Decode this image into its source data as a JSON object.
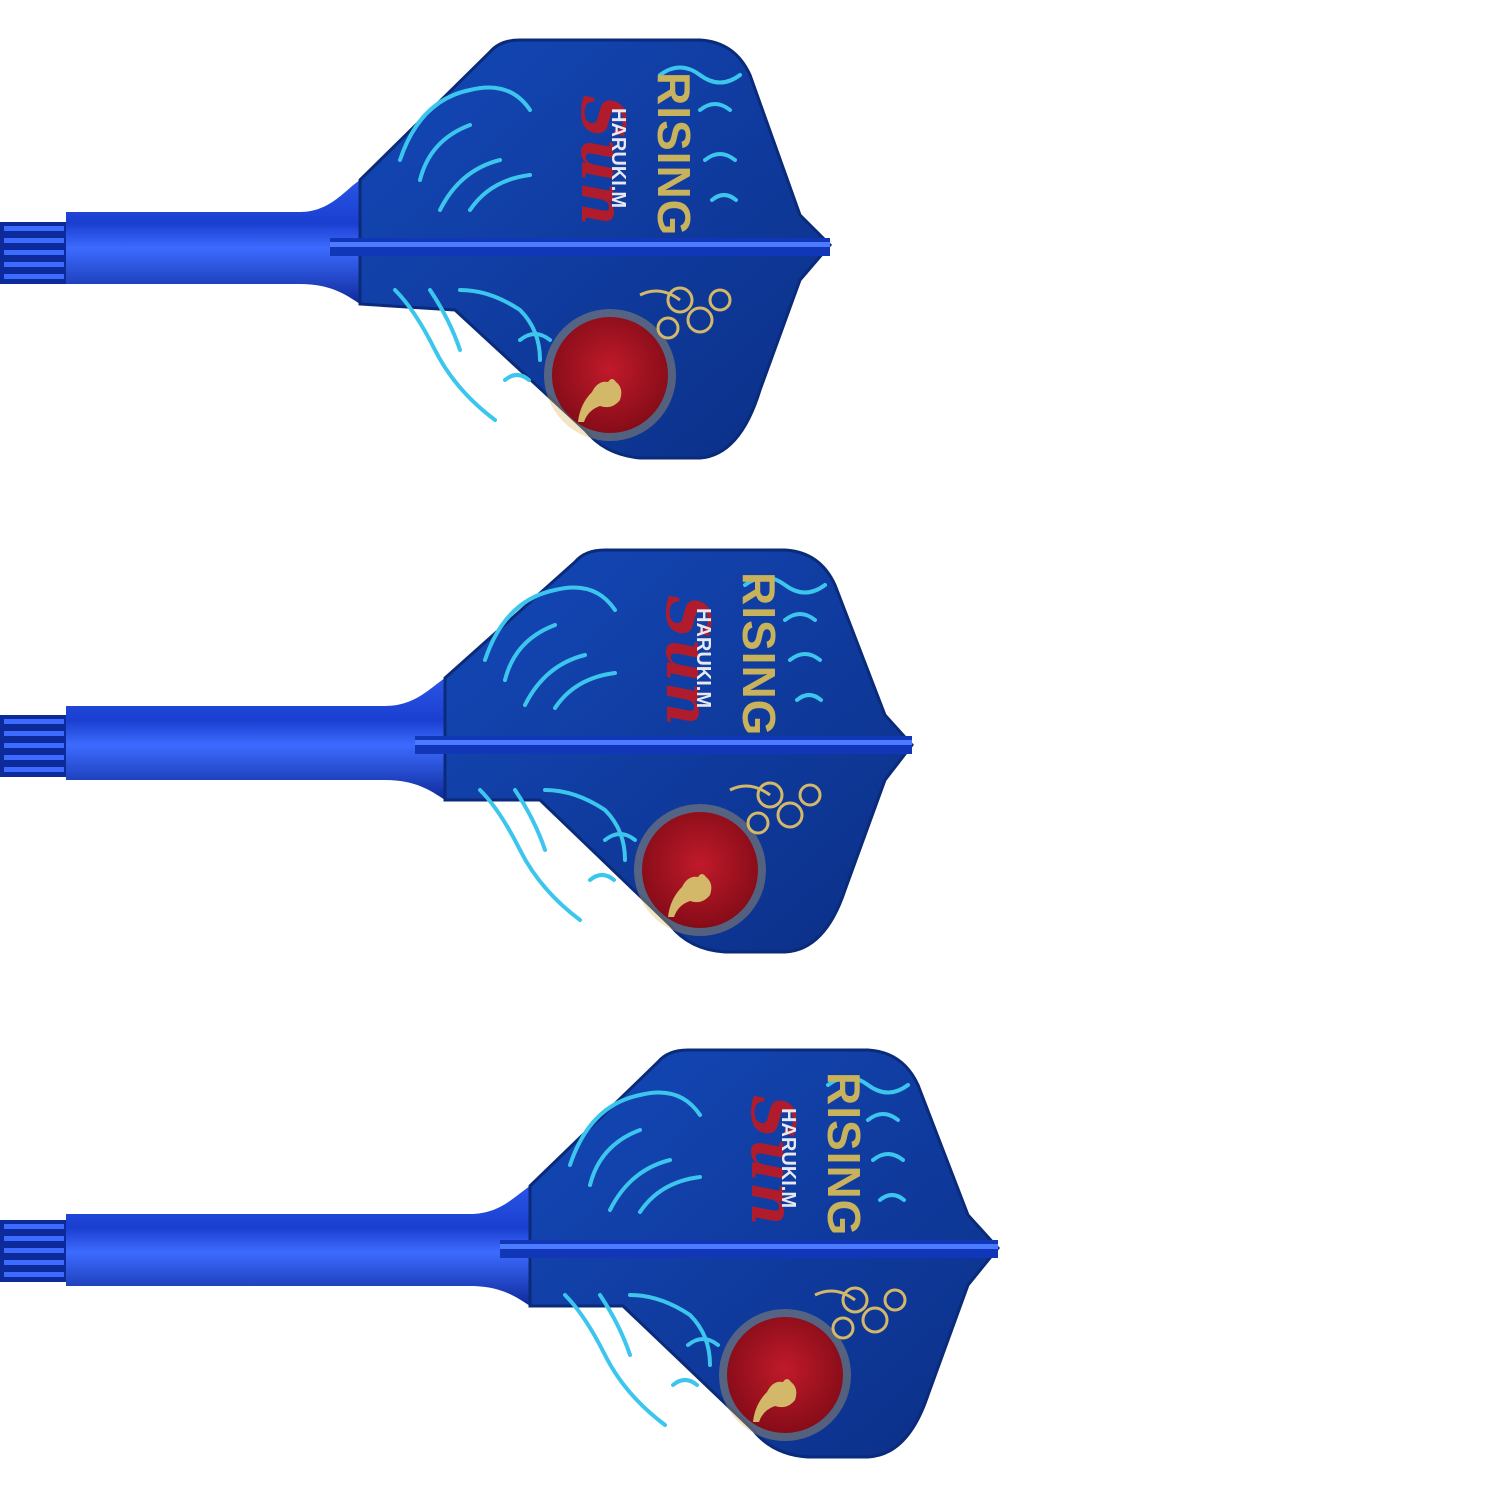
{
  "design": {
    "title": "RISING",
    "script": "Sun",
    "player": "HARUKI.M"
  },
  "colors": {
    "flight": "#0f3c9e",
    "flight_dark": "#0a2a7a",
    "shaft": "#1236b8",
    "shaft_light": "#3d6bff",
    "ink": "#3cc6ee",
    "title": "#c9b25c",
    "script": "#b01c2c",
    "sun": "#9b0f1e",
    "sun_rays": "#d9b45a",
    "blossom": "#d4b86a",
    "background": "#ffffff"
  },
  "darts": [
    {
      "name": "short"
    },
    {
      "name": "medium"
    },
    {
      "name": "long"
    }
  ],
  "icons": {
    "sun": "rising-sun-icon",
    "blossom": "cherry-blossom-icon",
    "cat": "cat-silhouette-icon",
    "wave": "wave-icon",
    "tree": "tree-icon"
  }
}
